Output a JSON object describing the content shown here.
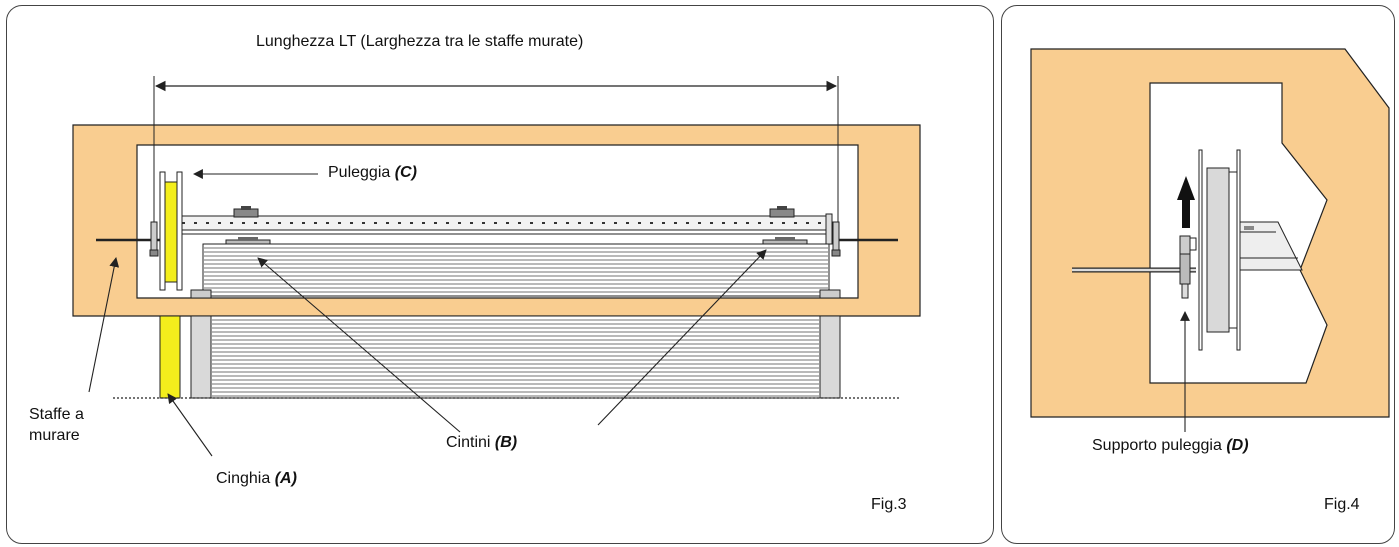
{
  "fig3": {
    "label": "Fig.3",
    "dimension_label": "Lunghezza  LT  (Larghezza tra le staffe murate)",
    "callouts": {
      "pulley": {
        "text": "Puleggia ",
        "code": "(C)"
      },
      "straps": {
        "text": "Cintini ",
        "code": "(B)"
      },
      "belt": {
        "text": "Cinghia ",
        "code": "(A)"
      },
      "brackets": {
        "line1": "Staffe a",
        "line2": "murare"
      }
    }
  },
  "fig4": {
    "label": "Fig.4",
    "callouts": {
      "pulley_support": {
        "text": "Supporto puleggia  ",
        "code": "(D)"
      }
    }
  },
  "colors": {
    "wall": "#f9cd90",
    "belt": "#f3ee1c",
    "outline": "#222222",
    "grey": "#d9d9d9"
  }
}
